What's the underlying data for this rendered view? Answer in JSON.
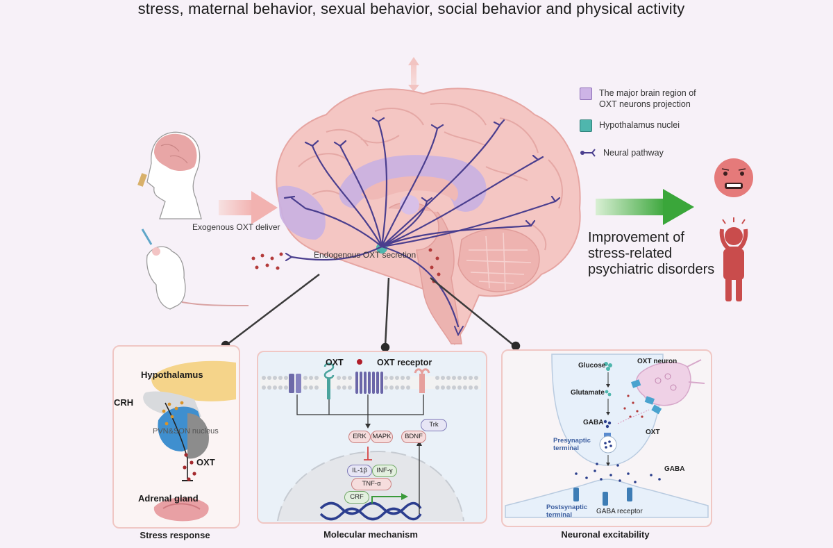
{
  "header": {
    "title": "stress, maternal behavior, sexual behavior, social behavior and physical activity"
  },
  "legend": {
    "items": [
      {
        "label": "The major brain region of OXT neurons projection",
        "color": "#cdb4e6"
      },
      {
        "label": "Hypothalamus nuclei",
        "color": "#4fb6ad"
      },
      {
        "label": "Neural pathway",
        "color": "#4a3e8e"
      }
    ]
  },
  "brain": {
    "exogenous_label": "Exogenous OXT deliver",
    "endogenous_label": "Endogenous OXT secretion"
  },
  "outcome": {
    "text": "Improvement of stress-related psychiatric disorders"
  },
  "panels": {
    "stress": {
      "title": "Stress response",
      "hypothalamus": "Hypothalamus",
      "crh": "CRH",
      "nucleus": "PVN&SON nucleus",
      "oxt": "OXT",
      "adrenal": "Adrenal gland"
    },
    "molecular": {
      "title": "Molecular mechanism",
      "oxt": "OXT",
      "receptor": "OXT receptor",
      "erk": "ERK",
      "mapk": "MAPK",
      "bdnf": "BDNF",
      "trk": "Trk",
      "il1b": "IL-1β",
      "infg": "INF-γ",
      "tnfa": "TNF-α",
      "crf": "CRF"
    },
    "neuronal": {
      "title": "Neuronal excitability",
      "glucose": "Glucose",
      "glutamate": "Glutamate",
      "gaba1": "GABA",
      "oxt_neuron": "OXT neuron",
      "oxt": "OXT",
      "presynaptic": "Presynaptic terminal",
      "gaba2": "GABA",
      "postsynaptic": "Postsynaptic terminal",
      "gaba_receptor": "GABA receptor"
    }
  }
}
